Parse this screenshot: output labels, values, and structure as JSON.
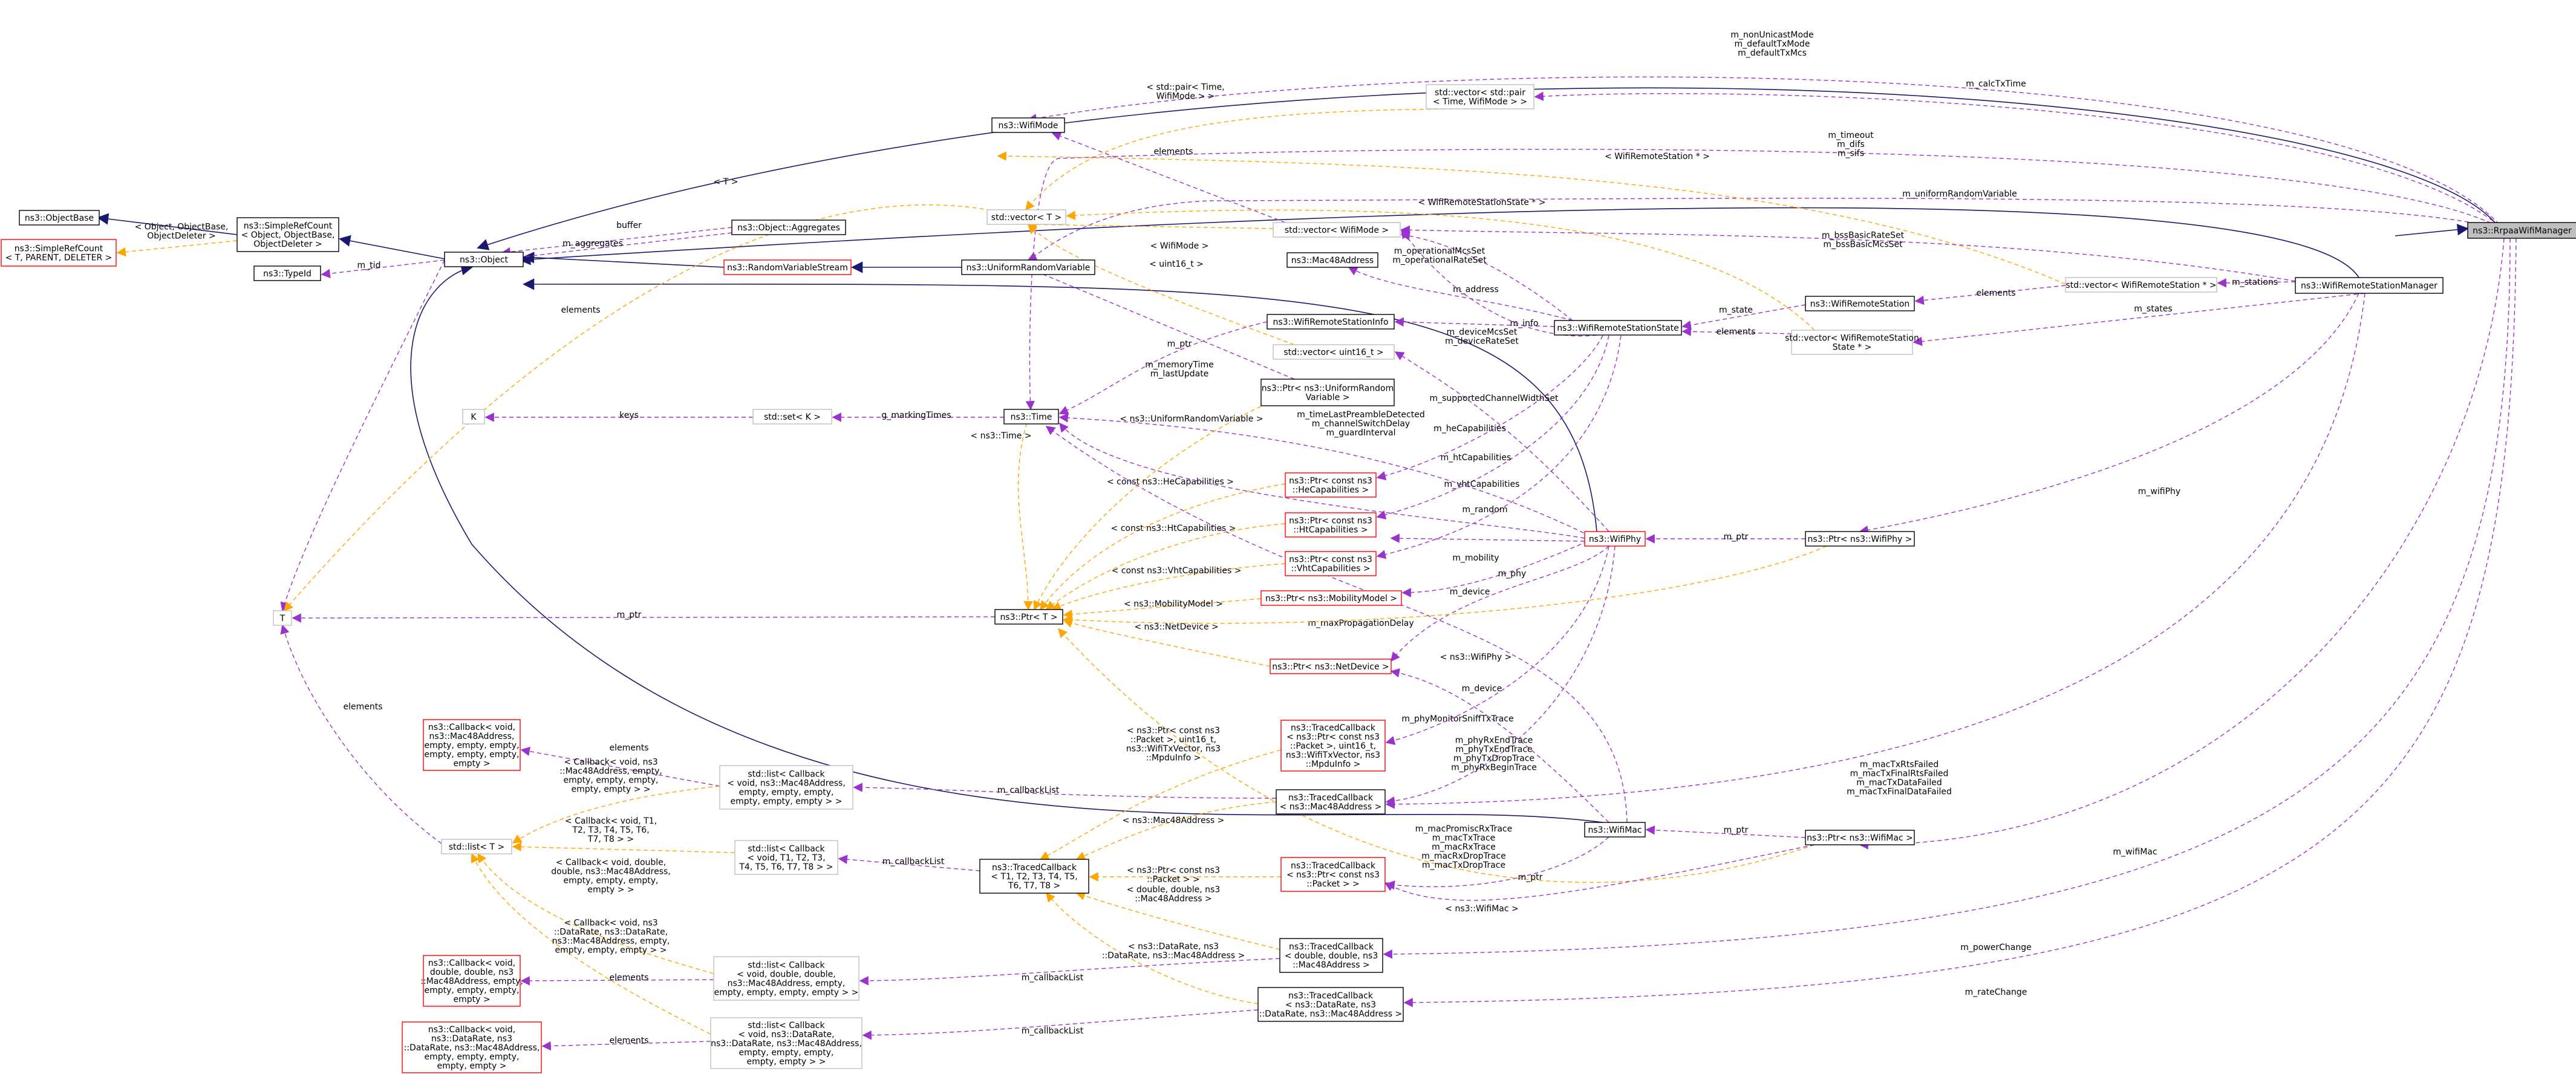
{
  "nodes": [
    {
      "id": "rraa",
      "label": "ns3::RrpaaWifiManager",
      "style": "focus"
    },
    {
      "id": "wrsm",
      "label": "ns3::WifiRemoteStationManager",
      "style": "normal"
    },
    {
      "id": "obj",
      "label": "ns3::Object",
      "style": "normal"
    },
    {
      "id": "objbase",
      "label": "ns3::ObjectBase",
      "style": "normal"
    },
    {
      "id": "src",
      "label": "ns3::SimpleRefCount\n< Object, ObjectBase,\nObjectDeleter >",
      "style": "normal"
    },
    {
      "id": "srct",
      "label": "ns3::SimpleRefCount\n< T, PARENT, DELETER >",
      "style": "red"
    },
    {
      "id": "typeid",
      "label": "ns3::TypeId",
      "style": "normal"
    },
    {
      "id": "aggr",
      "label": "ns3::Object::Aggregates",
      "style": "normal"
    },
    {
      "id": "rvs",
      "label": "ns3::RandomVariableStream",
      "style": "red"
    },
    {
      "id": "urv",
      "label": "ns3::UniformRandomVariable",
      "style": "normal"
    },
    {
      "id": "wifimode",
      "label": "ns3::WifiMode",
      "style": "normal"
    },
    {
      "id": "vecT",
      "label": "std::vector< T >",
      "style": "ext"
    },
    {
      "id": "vecpair",
      "label": "std::vector< std::pair\n< Time, WifiMode > >",
      "style": "ext"
    },
    {
      "id": "vecwm",
      "label": "std::vector< WifiMode >",
      "style": "ext"
    },
    {
      "id": "mac48",
      "label": "ns3::Mac48Address",
      "style": "normal"
    },
    {
      "id": "wrsinfo",
      "label": "ns3::WifiRemoteStationInfo",
      "style": "normal"
    },
    {
      "id": "vecu16",
      "label": "std::vector< uint16_t >",
      "style": "ext"
    },
    {
      "id": "ptrurv",
      "label": "ns3::Ptr< ns3::UniformRandom\nVariable >",
      "style": "normal"
    },
    {
      "id": "time",
      "label": "ns3::Time",
      "style": "normal"
    },
    {
      "id": "setK",
      "label": "std::set< K >",
      "style": "ext"
    },
    {
      "id": "K",
      "label": "K",
      "style": "ext"
    },
    {
      "id": "T",
      "label": "T",
      "style": "ext"
    },
    {
      "id": "ptrT",
      "label": "ns3::Ptr< T >",
      "style": "normal"
    },
    {
      "id": "ptrhe",
      "label": "ns3::Ptr< const ns3\n::HeCapabilities >",
      "style": "red"
    },
    {
      "id": "ptrht",
      "label": "ns3::Ptr< const ns3\n::HtCapabilities >",
      "style": "red"
    },
    {
      "id": "ptrvht",
      "label": "ns3::Ptr< const ns3\n::VhtCapabilities >",
      "style": "red"
    },
    {
      "id": "ptrmob",
      "label": "ns3::Ptr< ns3::MobilityModel >",
      "style": "red"
    },
    {
      "id": "ptrnd",
      "label": "ns3::Ptr< ns3::NetDevice >",
      "style": "red"
    },
    {
      "id": "wrss",
      "label": "ns3::WifiRemoteStationState",
      "style": "normal"
    },
    {
      "id": "wrs",
      "label": "ns3::WifiRemoteStation",
      "style": "normal"
    },
    {
      "id": "vecwrsp",
      "label": "std::vector< WifiRemoteStation * >",
      "style": "ext"
    },
    {
      "id": "vecwrssp",
      "label": "std::vector< WifiRemoteStation\nState * >",
      "style": "ext"
    },
    {
      "id": "wifiphy",
      "label": "ns3::WifiPhy",
      "style": "red"
    },
    {
      "id": "ptrphy",
      "label": "ns3::Ptr< ns3::WifiPhy >",
      "style": "normal"
    },
    {
      "id": "wifimac",
      "label": "ns3::WifiMac",
      "style": "normal"
    },
    {
      "id": "ptrmac",
      "label": "ns3::Ptr< ns3::WifiMac >",
      "style": "normal"
    },
    {
      "id": "tcbmpdu",
      "label": "ns3::TracedCallback\n< ns3::Ptr< const ns3\n::Packet >, uint16_t,\nns3::WifiTxVector, ns3\n::MpduInfo >",
      "style": "red"
    },
    {
      "id": "tcbmac48",
      "label": "ns3::TracedCallback\n< ns3::Mac48Address >",
      "style": "normal"
    },
    {
      "id": "tcbT",
      "label": "ns3::TracedCallback\n< T1, T2, T3, T4, T5,\nT6, T7, T8 >",
      "style": "normal"
    },
    {
      "id": "tcbpkt",
      "label": "ns3::TracedCallback\n< ns3::Ptr< const ns3\n::Packet > >",
      "style": "red"
    },
    {
      "id": "tcbdbl",
      "label": "ns3::TracedCallback\n< double, double, ns3\n::Mac48Address >",
      "style": "normal"
    },
    {
      "id": "tcbdr",
      "label": "ns3::TracedCallback\n< ns3::DataRate, ns3\n::DataRate, ns3::Mac48Address >",
      "style": "normal"
    },
    {
      "id": "cbmac",
      "label": "ns3::Callback< void,\nns3::Mac48Address,\nempty, empty, empty,\nempty, empty, empty,\nempty >",
      "style": "red"
    },
    {
      "id": "listcbmac",
      "label": "std::list< Callback\n< void, ns3::Mac48Address,\nempty, empty, empty,\nempty, empty, empty > >",
      "style": "ext"
    },
    {
      "id": "listT",
      "label": "std::list< T >",
      "style": "ext"
    },
    {
      "id": "listcbT",
      "label": "std::list< Callback\n< void, T1, T2, T3,\nT4, T5, T6, T7, T8 > >",
      "style": "ext"
    },
    {
      "id": "cbdbl",
      "label": "ns3::Callback< void,\ndouble, double, ns3\n::Mac48Address, empty,\nempty, empty, empty,\nempty >",
      "style": "red"
    },
    {
      "id": "listcbdbl",
      "label": "std::list< Callback\n< void, double, double,\nns3::Mac48Address, empty,\nempty, empty, empty, empty > >",
      "style": "ext"
    },
    {
      "id": "cbdr",
      "label": "ns3::Callback< void,\nns3::DataRate, ns3\n::DataRate, ns3::Mac48Address,\nempty, empty, empty,\nempty, empty >",
      "style": "red"
    },
    {
      "id": "listcbdr",
      "label": "std::list< Callback\n< void, ns3::DataRate,\nns3::DataRate, ns3::Mac48Address,\nempty, empty, empty,\nempty, empty > >",
      "style": "ext"
    }
  ],
  "edges": [
    {
      "id": "e1",
      "type": "inh",
      "label": ""
    },
    {
      "id": "e2",
      "type": "inh",
      "label": ""
    },
    {
      "id": "e3",
      "type": "inh",
      "label": ""
    },
    {
      "id": "e4",
      "type": "inh",
      "label": ""
    },
    {
      "id": "e5",
      "type": "inh",
      "label": ""
    },
    {
      "id": "e6",
      "type": "inh",
      "label": ""
    },
    {
      "id": "e7",
      "type": "inh",
      "label": ""
    },
    {
      "id": "e8",
      "type": "inh",
      "label": ""
    },
    {
      "id": "e9",
      "type": "inh",
      "label": ""
    },
    {
      "id": "e10",
      "type": "tpl",
      "label": "< Object, ObjectBase,\nObjectDeleter >"
    },
    {
      "id": "e11",
      "type": "use",
      "label": "m_tid"
    },
    {
      "id": "e12",
      "type": "use",
      "label": "buffer"
    },
    {
      "id": "e13",
      "type": "use",
      "label": "m_aggregates"
    },
    {
      "id": "e14",
      "type": "use",
      "label": "m_nonUnicastMode\nm_defaultTxMode\nm_defaultTxMcs"
    },
    {
      "id": "e15",
      "type": "use",
      "label": "m_calcTxTime"
    },
    {
      "id": "e16",
      "type": "tpl",
      "label": "< std::pair< Time,\nWifiMode > >"
    },
    {
      "id": "e17",
      "type": "use",
      "label": "m_timeout\nm_difs\nm_sifs"
    },
    {
      "id": "e18",
      "type": "use",
      "label": "m_uniformRandomVariable"
    },
    {
      "id": "e19",
      "type": "tpl",
      "label": "< WifiRemoteStation * >"
    },
    {
      "id": "e20",
      "type": "tpl",
      "label": "< WifiRemoteStationState * >"
    },
    {
      "id": "e21",
      "type": "use",
      "label": "elements"
    },
    {
      "id": "e22",
      "type": "tpl",
      "label": "< WifiMode >"
    },
    {
      "id": "e23",
      "type": "tpl",
      "label": "< uint16_t >"
    },
    {
      "id": "e24",
      "type": "use",
      "label": "m_bssBasicRateSet\nm_bssBasicMcsSet"
    },
    {
      "id": "e25",
      "type": "use",
      "label": "m_operationalMcsSet\nm_operationalRateSet"
    },
    {
      "id": "e26",
      "type": "use",
      "label": "m_address"
    },
    {
      "id": "e27",
      "type": "use",
      "label": "m_info"
    },
    {
      "id": "e28",
      "type": "use",
      "label": "m_deviceMcsSet\nm_deviceRateSet"
    },
    {
      "id": "e29",
      "type": "use",
      "label": "m_stations"
    },
    {
      "id": "e30",
      "type": "use",
      "label": "elements"
    },
    {
      "id": "e31",
      "type": "use",
      "label": "m_state"
    },
    {
      "id": "e32",
      "type": "use",
      "label": "m_states"
    },
    {
      "id": "e33",
      "type": "use",
      "label": "elements"
    },
    {
      "id": "e34",
      "type": "use",
      "label": "m_ptr"
    },
    {
      "id": "e35",
      "type": "use",
      "label": "m_memoryTime\nm_lastUpdate"
    },
    {
      "id": "e36",
      "type": "use",
      "label": "m_supportedChannelWidthSet"
    },
    {
      "id": "e37",
      "type": "use",
      "label": "m_timeLastPreambleDetected\nm_channelSwitchDelay\nm_guardInterval"
    },
    {
      "id": "e38",
      "type": "use",
      "label": "g_markingTimes"
    },
    {
      "id": "e39",
      "type": "tpl",
      "label": "< ns3::Time >"
    },
    {
      "id": "e40",
      "type": "use",
      "label": "keys"
    },
    {
      "id": "e41",
      "type": "tpl",
      "label": "< ns3::UniformRandomVariable >"
    },
    {
      "id": "e42",
      "type": "use",
      "label": "m_heCapabilities"
    },
    {
      "id": "e43",
      "type": "use",
      "label": "m_htCapabilities"
    },
    {
      "id": "e44",
      "type": "use",
      "label": "m_vhtCapabilities"
    },
    {
      "id": "e45",
      "type": "tpl",
      "label": "< const ns3::HeCapabilities >"
    },
    {
      "id": "e46",
      "type": "tpl",
      "label": "< const ns3::HtCapabilities >"
    },
    {
      "id": "e47",
      "type": "tpl",
      "label": "< const ns3::VhtCapabilities >"
    },
    {
      "id": "e48",
      "type": "use",
      "label": "m_random"
    },
    {
      "id": "e49",
      "type": "use",
      "label": "m_mobility"
    },
    {
      "id": "e50",
      "type": "tpl",
      "label": "< ns3::MobilityModel >"
    },
    {
      "id": "e51",
      "type": "use",
      "label": "m_ptr"
    },
    {
      "id": "e52",
      "type": "tpl",
      "label": "< ns3::NetDevice >"
    },
    {
      "id": "e53",
      "type": "use",
      "label": "m_maxPropagationDelay"
    },
    {
      "id": "e54",
      "type": "use",
      "label": "m_device"
    },
    {
      "id": "e55",
      "type": "use",
      "label": "m_device"
    },
    {
      "id": "e56",
      "type": "use",
      "label": "m_ptr"
    },
    {
      "id": "e57",
      "type": "use",
      "label": "m_wifiPhy"
    },
    {
      "id": "e58",
      "type": "tpl",
      "label": "< ns3::WifiPhy >"
    },
    {
      "id": "e59",
      "type": "use",
      "label": "m_phyMonitorSniffTxTrace"
    },
    {
      "id": "e60",
      "type": "use",
      "label": "m_phyRxEndTrace\nm_phyTxEndTrace\nm_phyTxDropTrace\nm_phyRxBeginTrace"
    },
    {
      "id": "e61",
      "type": "use",
      "label": "m_macTxRtsFailed\nm_macTxFinalRtsFailed\nm_macTxDataFailed\nm_macTxFinalDataFailed"
    },
    {
      "id": "e62",
      "type": "use",
      "label": "m_ptr"
    },
    {
      "id": "e63",
      "type": "use",
      "label": "m_wifiMac"
    },
    {
      "id": "e64",
      "type": "tpl",
      "label": "< ns3::WifiMac >"
    },
    {
      "id": "e65",
      "type": "use",
      "label": "m_macPromiscRxTrace\nm_macTxTrace\nm_macRxTrace\nm_macRxDropTrace\nm_macTxDropTrace"
    },
    {
      "id": "e66",
      "type": "tpl",
      "label": "< ns3::Ptr< const ns3\n::Packet >, uint16_t,\nns3::WifiTxVector, ns3\n::MpduInfo >"
    },
    {
      "id": "e67",
      "type": "tpl",
      "label": "< ns3::Mac48Address >"
    },
    {
      "id": "e68",
      "type": "tpl",
      "label": "< ns3::Ptr< const ns3\n::Packet > >"
    },
    {
      "id": "e69",
      "type": "tpl",
      "label": "< double, double, ns3\n::Mac48Address >"
    },
    {
      "id": "e70",
      "type": "tpl",
      "label": "< ns3::DataRate, ns3\n::DataRate, ns3::Mac48Address >"
    },
    {
      "id": "e71",
      "type": "use",
      "label": "m_powerChange"
    },
    {
      "id": "e72",
      "type": "use",
      "label": "m_rateChange"
    },
    {
      "id": "e73",
      "type": "use",
      "label": "m_callbackList"
    },
    {
      "id": "e74",
      "type": "use",
      "label": "m_callbackList"
    },
    {
      "id": "e75",
      "type": "use",
      "label": "m_callbackList"
    },
    {
      "id": "e76",
      "type": "use",
      "label": "m_callbackList"
    },
    {
      "id": "e77",
      "type": "use",
      "label": "elements"
    },
    {
      "id": "e78",
      "type": "use",
      "label": "elements"
    },
    {
      "id": "e79",
      "type": "use",
      "label": "elements"
    },
    {
      "id": "e80",
      "type": "tpl",
      "label": "< Callback< void, ns3\n::Mac48Address, empty,\nempty, empty, empty,\nempty, empty > >"
    },
    {
      "id": "e81",
      "type": "tpl",
      "label": "< Callback< void, T1,\nT2, T3, T4, T5, T6,\nT7, T8 > >"
    },
    {
      "id": "e82",
      "type": "tpl",
      "label": "< Callback< void, double,\ndouble, ns3::Mac48Address,\nempty, empty, empty,\nempty > >"
    },
    {
      "id": "e83",
      "type": "tpl",
      "label": "< Callback< void, ns3\n::DataRate, ns3::DataRate,\nns3::Mac48Address, empty,\nempty, empty, empty > >"
    },
    {
      "id": "e84",
      "type": "use",
      "label": "elements"
    },
    {
      "id": "e85",
      "type": "use",
      "label": "m_ptr"
    },
    {
      "id": "e86",
      "type": "use",
      "label": "elements"
    },
    {
      "id": "e87",
      "type": "tpl",
      "label": "< T >"
    },
    {
      "id": "e88",
      "type": "use",
      "label": "m_phy"
    }
  ]
}
